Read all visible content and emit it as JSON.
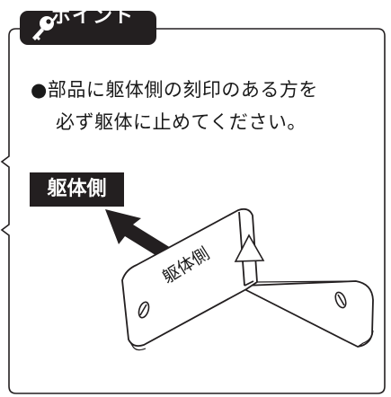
{
  "badge": {
    "label": "ポイント",
    "icon": "key-icon"
  },
  "note": {
    "line1": "●部品に躯体側の刻印のある方を",
    "line2": "必ず躯体に止めてください。"
  },
  "tag": {
    "label": "躯体側"
  },
  "bracket": {
    "stamp_label": "躯体側",
    "icons": [
      "arrow-icon",
      "triangle-mark-icon",
      "screw-hole-icon"
    ]
  },
  "colors": {
    "ink": "#231f20",
    "background": "#ffffff"
  }
}
